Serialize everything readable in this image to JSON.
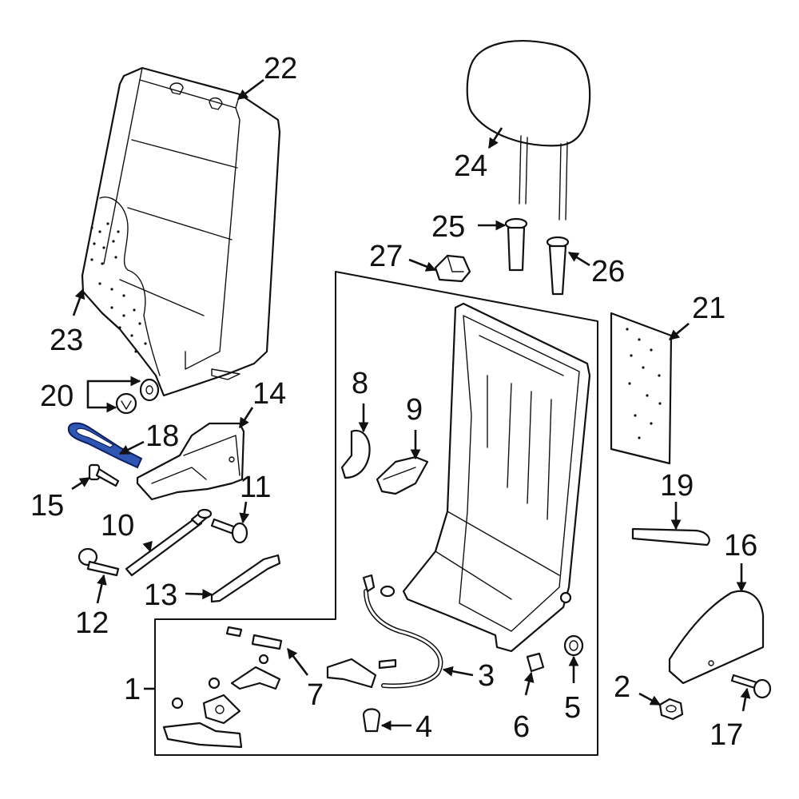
{
  "diagram": {
    "highlight_color": "#2f56b3",
    "callouts": [
      {
        "id": "c1",
        "label": "1"
      },
      {
        "id": "c2",
        "label": "2"
      },
      {
        "id": "c3",
        "label": "3"
      },
      {
        "id": "c4",
        "label": "4"
      },
      {
        "id": "c5",
        "label": "5"
      },
      {
        "id": "c6",
        "label": "6"
      },
      {
        "id": "c7",
        "label": "7"
      },
      {
        "id": "c8",
        "label": "8"
      },
      {
        "id": "c9",
        "label": "9"
      },
      {
        "id": "c10",
        "label": "10"
      },
      {
        "id": "c11",
        "label": "11"
      },
      {
        "id": "c12",
        "label": "12"
      },
      {
        "id": "c13",
        "label": "13"
      },
      {
        "id": "c14",
        "label": "14"
      },
      {
        "id": "c15",
        "label": "15"
      },
      {
        "id": "c16",
        "label": "16"
      },
      {
        "id": "c17",
        "label": "17"
      },
      {
        "id": "c18",
        "label": "18"
      },
      {
        "id": "c19",
        "label": "19"
      },
      {
        "id": "c20",
        "label": "20"
      },
      {
        "id": "c21",
        "label": "21"
      },
      {
        "id": "c22",
        "label": "22"
      },
      {
        "id": "c23",
        "label": "23"
      },
      {
        "id": "c24",
        "label": "24"
      },
      {
        "id": "c25",
        "label": "25"
      },
      {
        "id": "c26",
        "label": "26"
      },
      {
        "id": "c27",
        "label": "27"
      }
    ]
  }
}
